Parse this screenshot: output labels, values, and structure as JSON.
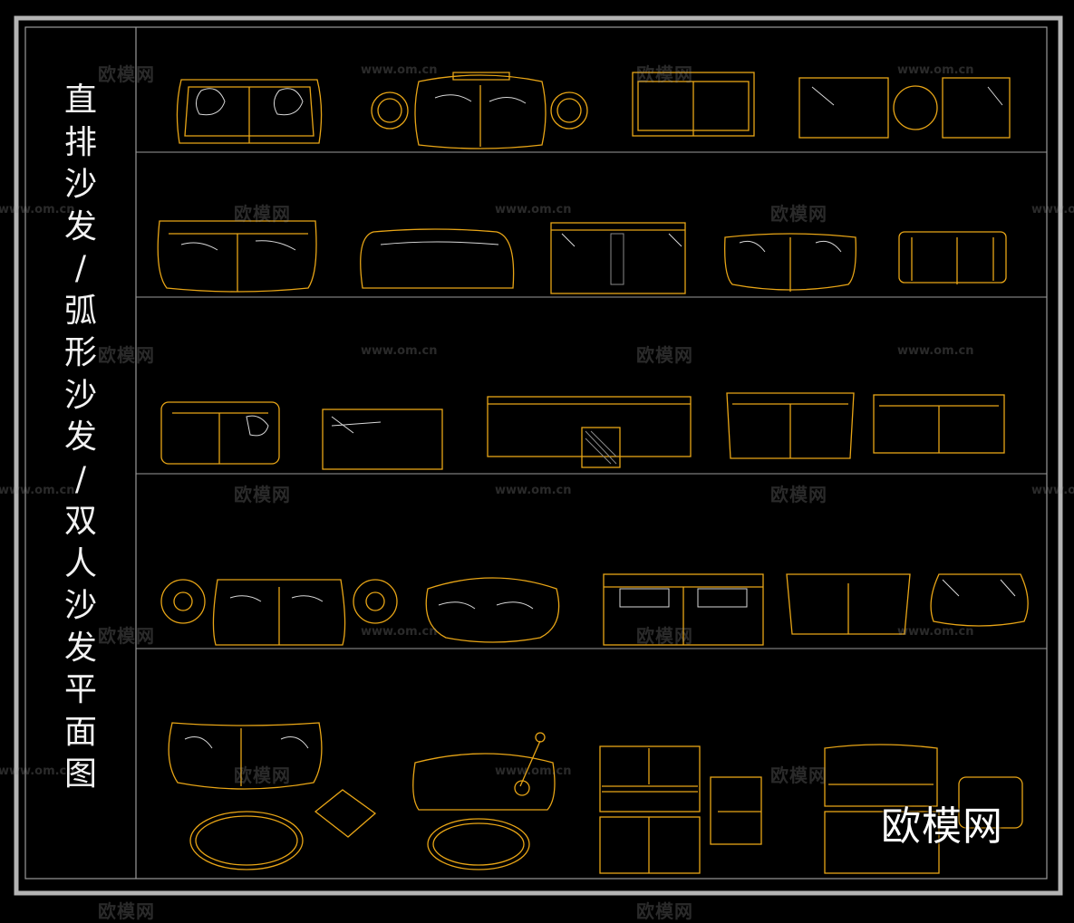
{
  "title": {
    "chars": [
      "直",
      "排",
      "沙",
      "发",
      "/",
      "弧",
      "形",
      "沙",
      "发",
      "/",
      "双",
      "人",
      "沙",
      "发",
      "平",
      "面",
      "图"
    ]
  },
  "watermark": {
    "text_cn": "欧模网",
    "text_url": "www.om.cn"
  },
  "brand_logo": "欧模网",
  "colors": {
    "background": "#000000",
    "frame": "#b4b4b4",
    "cad_line": "#e8a516",
    "cad_detail": "#d9d9d9",
    "title_text": "#f2f2f2"
  }
}
